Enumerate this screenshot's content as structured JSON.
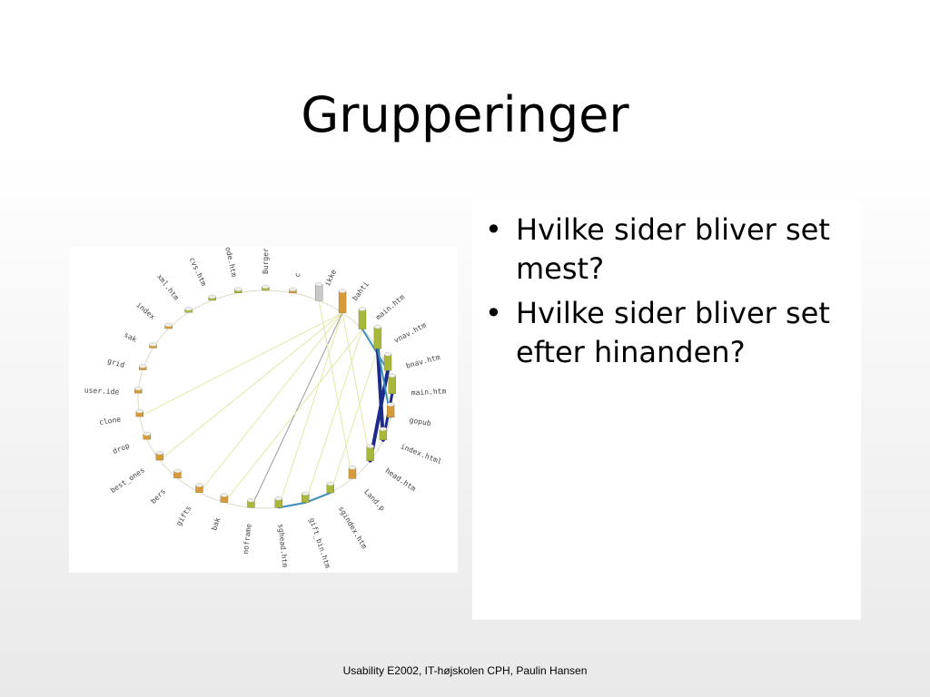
{
  "slide": {
    "title": "Grupperinger",
    "bullets": [
      "Hvilke sider bliver set mest?",
      "Hvilke sider bliver set efter hinanden?"
    ],
    "footer": "Usability E2002, IT-højskolen CPH, Paulin Hansen"
  },
  "figure": {
    "nodes": [
      {
        "label": "ikke",
        "color": "#c9c9c9",
        "height": 18
      },
      {
        "label": "bahti",
        "color": "#d69a3a",
        "height": 24
      },
      {
        "label": "main.htm",
        "color": "#a7b83a",
        "height": 22
      },
      {
        "label": "vnav.htm",
        "color": "#a7b83a",
        "height": 24
      },
      {
        "label": "bnav.htm",
        "color": "#a7b83a",
        "height": 18
      },
      {
        "label": "main.htm",
        "color": "#a7b83a",
        "height": 20
      },
      {
        "label": "gopub",
        "color": "#d69a3a",
        "height": 14
      },
      {
        "label": "index.html",
        "color": "#a7b83a",
        "height": 12
      },
      {
        "label": "head.htm",
        "color": "#a7b83a",
        "height": 16
      },
      {
        "label": "Land.p",
        "color": "#d69a3a",
        "height": 12
      },
      {
        "label": "sgindex.htm",
        "color": "#a7b83a",
        "height": 10
      },
      {
        "label": "gift_bin.htm",
        "color": "#a7b83a",
        "height": 10
      },
      {
        "label": "sghead.htm",
        "color": "#a7b83a",
        "height": 10
      },
      {
        "label": "noframe",
        "color": "#a7b83a",
        "height": 8
      },
      {
        "label": "bak",
        "color": "#d69a3a",
        "height": 8
      },
      {
        "label": "gifts",
        "color": "#d69a3a",
        "height": 8
      },
      {
        "label": "bers",
        "color": "#d69a3a",
        "height": 8
      },
      {
        "label": "best_ones",
        "color": "#d69a3a",
        "height": 8
      },
      {
        "label": "drop",
        "color": "#d69a3a",
        "height": 6
      },
      {
        "label": "clone",
        "color": "#d69a3a",
        "height": 6
      },
      {
        "label": "user.ide",
        "color": "#d69a3a",
        "height": 5
      },
      {
        "label": "grid",
        "color": "#d69a3a",
        "height": 4
      },
      {
        "label": "sak",
        "color": "#d69a3a",
        "height": 4
      },
      {
        "label": "index",
        "color": "#d69a3a",
        "height": 4
      },
      {
        "label": "xml.htm",
        "color": "#a7b83a",
        "height": 4
      },
      {
        "label": "cvs.htm",
        "color": "#a7b83a",
        "height": 4
      },
      {
        "label": "code.htm",
        "color": "#a7b83a",
        "height": 4
      },
      {
        "label": "Burger.htm",
        "color": "#a7b83a",
        "height": 4
      },
      {
        "label": "c",
        "color": "#d69a3a",
        "height": 4
      }
    ],
    "links": [
      {
        "from": 1,
        "to": 12,
        "color": "#e4e7a8",
        "weight": 1
      },
      {
        "from": 1,
        "to": 15,
        "color": "#e4e7a8",
        "weight": 1
      },
      {
        "from": 1,
        "to": 17,
        "color": "#e4e7a8",
        "weight": 1
      },
      {
        "from": 1,
        "to": 19,
        "color": "#e4e7a8",
        "weight": 1
      },
      {
        "from": 1,
        "to": 13,
        "color": "#9a9a9a",
        "weight": 1
      },
      {
        "from": 2,
        "to": 14,
        "color": "#e4e7a8",
        "weight": 1
      },
      {
        "from": 2,
        "to": 11,
        "color": "#e4e7a8",
        "weight": 1
      },
      {
        "from": 3,
        "to": 10,
        "color": "#e4e7a8",
        "weight": 1
      },
      {
        "from": 1,
        "to": 8,
        "color": "#e4e7a8",
        "weight": 1
      },
      {
        "from": 0,
        "to": 9,
        "color": "#e4e7a8",
        "weight": 1
      },
      {
        "from": 2,
        "to": 4,
        "color": "#3d8fb8",
        "weight": 2
      },
      {
        "from": 3,
        "to": 7,
        "color": "#1c2a8a",
        "weight": 4
      },
      {
        "from": 4,
        "to": 8,
        "color": "#1c2a8a",
        "weight": 4
      },
      {
        "from": 5,
        "to": 7,
        "color": "#1c2a8a",
        "weight": 3
      },
      {
        "from": 3,
        "to": 6,
        "color": "#3d8fb8",
        "weight": 2
      },
      {
        "from": 11,
        "to": 12,
        "color": "#3d8fb8",
        "weight": 2
      },
      {
        "from": 11,
        "to": 10,
        "color": "#3d8fb8",
        "weight": 2
      }
    ]
  }
}
